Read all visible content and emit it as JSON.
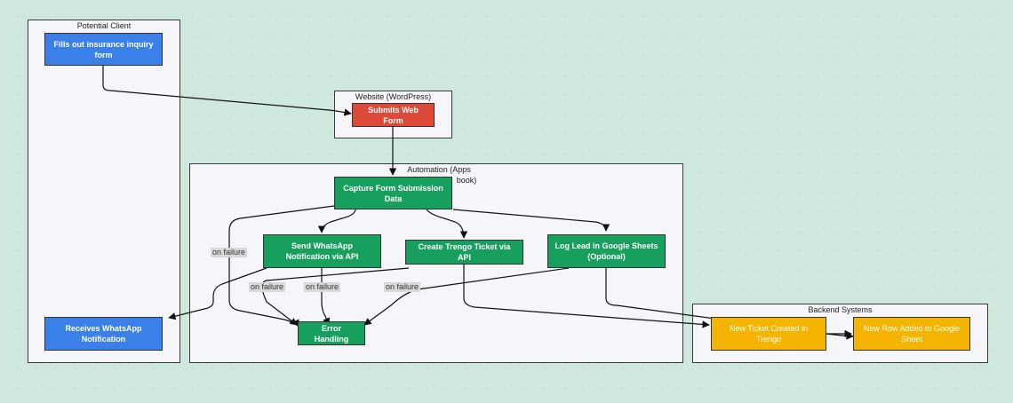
{
  "groups": {
    "potential_client": "Potential Client",
    "website": "Website (WordPress)",
    "automation_line1": "Automation (Apps",
    "automation_line2": "book)",
    "backend": "Backend Systems"
  },
  "nodes": {
    "fills_form": "Fills out insurance inquiry form",
    "submits_form": "Submits Web Form",
    "capture_data": "Capture Form Submission Data",
    "send_whatsapp": "Send WhatsApp Notification via API",
    "create_ticket": "Create Trengo Ticket via API",
    "log_lead": "Log Lead in Google Sheets (Optional)",
    "error_handling": "Error Handling",
    "receives_whatsapp": "Receives WhatsApp Notification",
    "new_ticket": "New Ticket Created in Trengo",
    "new_row": "New Row Added to Google Sheet"
  },
  "edge_labels": {
    "failure_capture": "on failure",
    "failure_whatsapp_left": "on failure",
    "failure_whatsapp_mid": "on failure",
    "failure_log": "on failure"
  },
  "colors": {
    "blue": "#3b7fe8",
    "red": "#de4a3a",
    "green": "#17a05d",
    "yellow": "#f5b400"
  }
}
